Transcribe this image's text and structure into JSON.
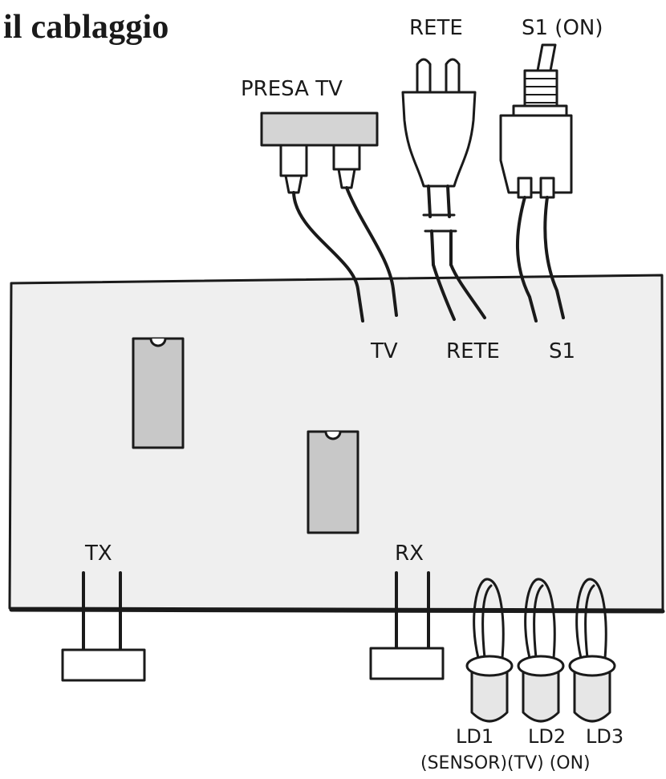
{
  "title": "il cablaggio",
  "labels": {
    "rete_top": "RETE",
    "s1_on": "S1 (ON)",
    "presa_tv": "PRESA TV",
    "tv": "TV",
    "rete": "RETE",
    "s1": "S1",
    "tx": "TX",
    "rx": "RX",
    "ld1": "LD1",
    "ld2": "LD2",
    "ld3": "LD3",
    "led_notes": "(SENSOR)(TV) (ON)"
  },
  "colors": {
    "ink": "#1a1a1a",
    "board_fill": "#efefef",
    "chip_fill": "#c8c8c8",
    "part_fill": "#e6e6e6"
  }
}
